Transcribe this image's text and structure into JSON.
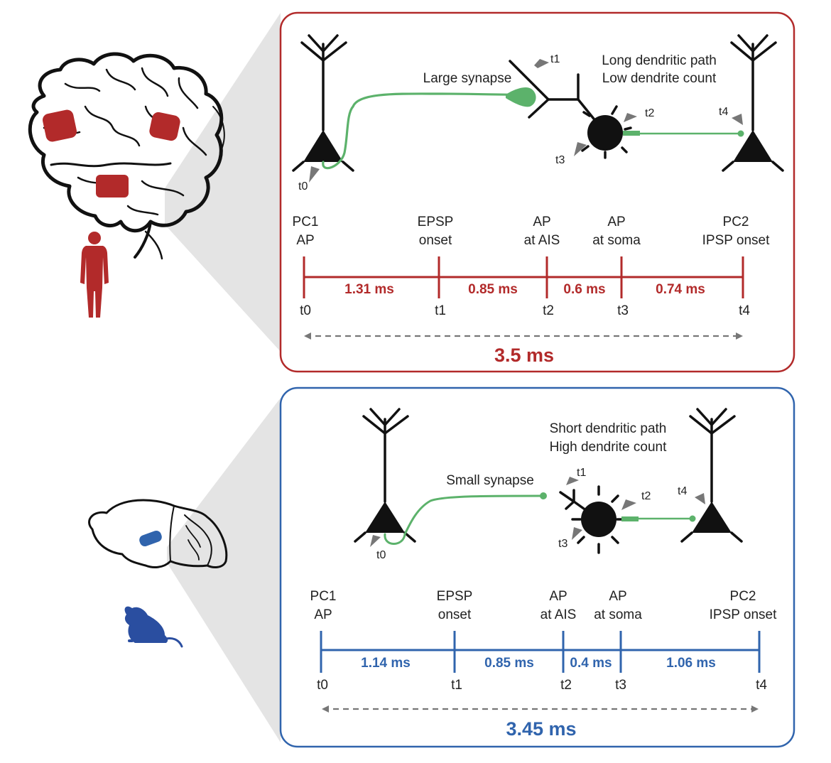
{
  "colors": {
    "human": "#b22a2a",
    "mouse": "#3064ad",
    "axon": "#5cb26b",
    "neuron": "#111111",
    "arrow": "#777777",
    "beam": "#e3e3e3"
  },
  "human": {
    "synapse_label": "Large synapse",
    "desc_line1": "Long dendritic path",
    "desc_line2": "Low dendrite count",
    "markers": [
      "t0",
      "t1",
      "t2",
      "t3",
      "t4"
    ],
    "events": [
      {
        "line1": "PC1",
        "line2": "AP"
      },
      {
        "line1": "EPSP",
        "line2": "onset"
      },
      {
        "line1": "AP",
        "line2": "at AIS"
      },
      {
        "line1": "AP",
        "line2": "at soma"
      },
      {
        "line1": "PC2",
        "line2": "IPSP onset"
      }
    ],
    "ticks": [
      "t0",
      "t1",
      "t2",
      "t3",
      "t4"
    ],
    "segments": [
      "1.31 ms",
      "0.85 ms",
      "0.6 ms",
      "0.74 ms"
    ],
    "total": "3.5 ms"
  },
  "mouse": {
    "synapse_label": "Small synapse",
    "desc_line1": "Short dendritic path",
    "desc_line2": "High dendrite count",
    "markers": [
      "t0",
      "t1",
      "t2",
      "t3",
      "t4"
    ],
    "events": [
      {
        "line1": "PC1",
        "line2": "AP"
      },
      {
        "line1": "EPSP",
        "line2": "onset"
      },
      {
        "line1": "AP",
        "line2": "at AIS"
      },
      {
        "line1": "AP",
        "line2": "at soma"
      },
      {
        "line1": "PC2",
        "line2": "IPSP onset"
      }
    ],
    "ticks": [
      "t0",
      "t1",
      "t2",
      "t3",
      "t4"
    ],
    "segments": [
      "1.14 ms",
      "0.85 ms",
      "0.4 ms",
      "1.06 ms"
    ],
    "total": "3.45 ms"
  }
}
